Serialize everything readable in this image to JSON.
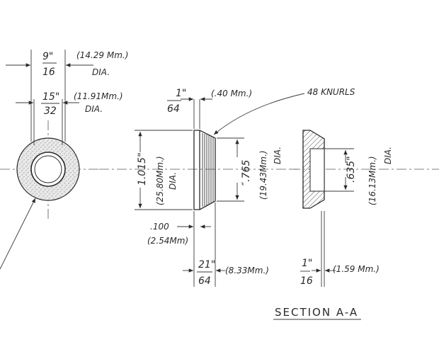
{
  "labels": {
    "od_frac_num": "9\"",
    "od_frac_den": "16",
    "od_mm": "(14.29 Mm.)",
    "od_dia": "DIA.",
    "id_frac_num": "15\"",
    "id_frac_den": "32",
    "id_mm": "(11.91Mm.)",
    "id_dia": "DIA.",
    "width_frac_num": "1\"",
    "width_frac_den": "64",
    "width_mm": "(.40 Mm.)",
    "knurls": "48 KNURLS",
    "height_in": "1.015\"",
    "height_mm": "(25.80Mm.)",
    "height_dia": "DIA.",
    "inner_in": "″.765",
    "inner_mm": "(19.43Mm.)",
    "inner_dia": "DIA.",
    "step_in": ".100",
    "step_mm": "(2.54Mm)",
    "thick_frac_num": "21\"",
    "thick_frac_den": "64",
    "thick_mm": "(8.33Mm.)",
    "wall_frac_num": "1\"",
    "wall_frac_den": "16",
    "wall_mm": "(1.59 Mm.)",
    "bore_in": ".635\"",
    "bore_mm": "(16.13Mm.)",
    "bore_dia": "DIA.",
    "section": "SECTION  A-A"
  },
  "colors": {
    "ink": "#2a2a2a",
    "paper": "#ffffff",
    "stipple": "#bfbfbf"
  }
}
